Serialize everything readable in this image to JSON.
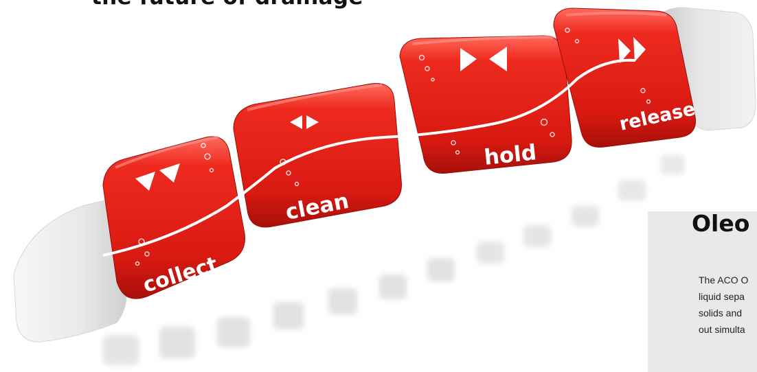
{
  "header": {
    "tagline": "the future of drainage"
  },
  "steps": [
    {
      "id": "collect",
      "label": "collect",
      "icon": "double-down-triangle-icon"
    },
    {
      "id": "clean",
      "label": "clean",
      "icon": "left-right-triangles-icon"
    },
    {
      "id": "hold",
      "label": "hold",
      "icon": "inward-triangles-icon"
    },
    {
      "id": "release",
      "label": "release",
      "icon": "fast-forward-icon"
    }
  ],
  "colors": {
    "accent": "#e2261d",
    "accent_dark": "#b8120c",
    "panel_bg": "#e9e9e9"
  },
  "panel": {
    "title": "Oleo",
    "lines": [
      "The ACO O",
      "liquid sepa",
      "solids and",
      "out simulta"
    ]
  }
}
